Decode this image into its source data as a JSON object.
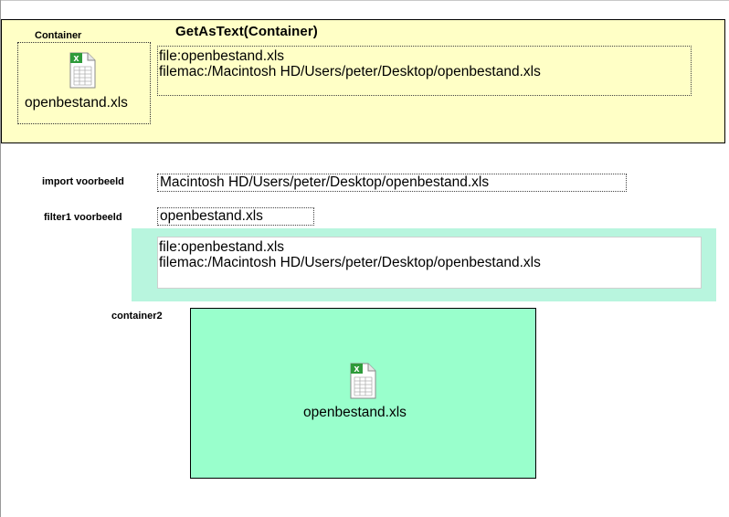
{
  "top_panel": {
    "title": "GetAsText(Container)",
    "container_label": "Container",
    "container_file": "openbestand.xls",
    "text_lines": [
      "file:openbestand.xls",
      "filemac:/Macintosh HD/Users/peter/Desktop/openbestand.xls"
    ]
  },
  "import_example": {
    "label": "import voorbeeld",
    "value": "Macintosh HD/Users/peter/Desktop/openbestand.xls"
  },
  "filter1_example": {
    "label": "filter1 voorbeeld",
    "value": "openbestand.xls"
  },
  "mint_panel": {
    "text_lines": [
      "file:openbestand.xls",
      "filemac:/Macintosh HD/Users/peter/Desktop/openbestand.xls"
    ]
  },
  "container2": {
    "label": "container2",
    "file": "openbestand.xls"
  },
  "colors": {
    "yellow_panel": "#ffffc6",
    "mint_panel": "#b8f5de",
    "container2_fill": "#99ffcc",
    "excel_green": "#2e9b3a"
  },
  "icons": {
    "file": "excel-spreadsheet-icon"
  }
}
